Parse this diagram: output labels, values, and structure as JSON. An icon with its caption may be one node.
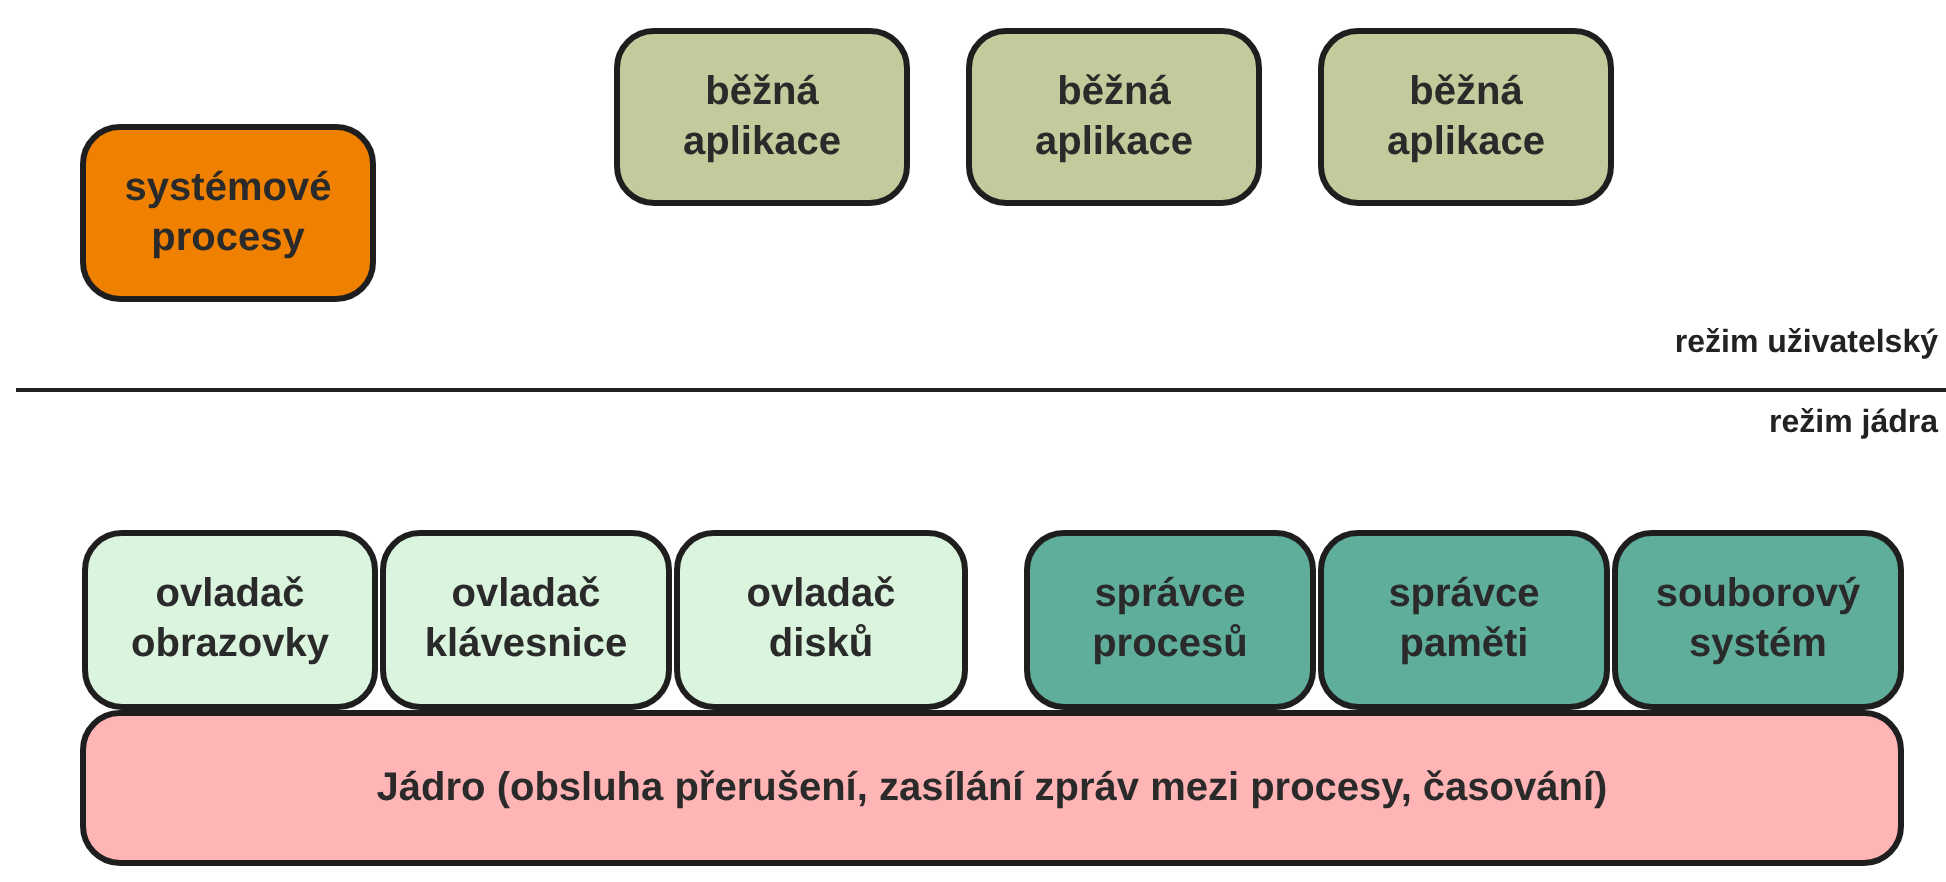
{
  "diagram": {
    "nodes": [
      {
        "text": [
          "systémové procesy"
        ]
      },
      {
        "text": [
          "běžná aplikace"
        ]
      },
      {
        "text": [
          "běžná aplikace"
        ]
      },
      {
        "text": [
          "běžná aplikace"
        ]
      },
      {
        "text": [
          "ovladač obrazovky"
        ]
      },
      {
        "text": [
          "ovladač klávesnice"
        ]
      },
      {
        "text": [
          "ovladač disků"
        ]
      },
      {
        "text": [
          "správce procesů"
        ]
      },
      {
        "text": [
          "správce paměti"
        ]
      },
      {
        "text": [
          "souborový systém"
        ]
      },
      {
        "text": [
          "Jádro (obsluha přerušení, zasílání zpráv mezi procesy, časování)"
        ]
      }
    ],
    "labels": [
      "režim uživatelský",
      "režim jádra"
    ]
  }
}
